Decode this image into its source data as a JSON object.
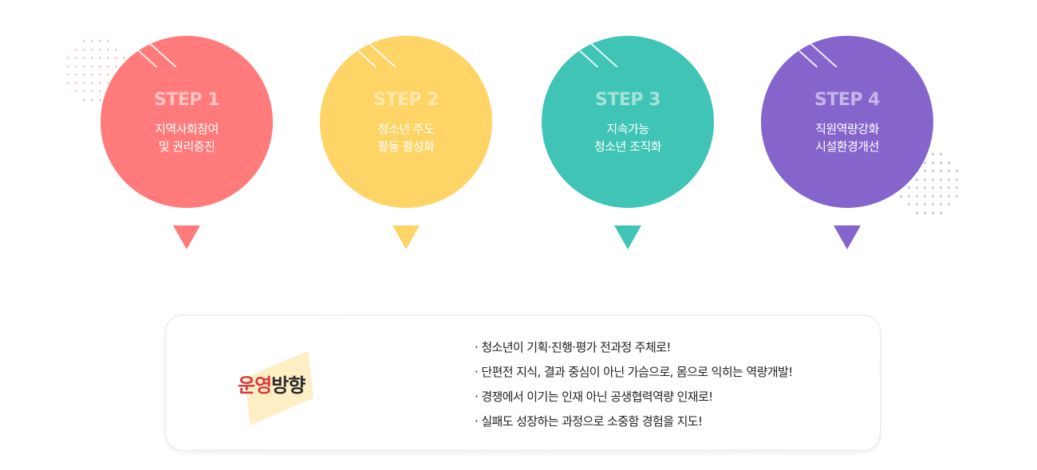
{
  "steps": [
    {
      "label": "STEP 1",
      "line1": "지역사회참여",
      "line2": "및 권리증진",
      "color": "#ff7b7b",
      "label_color": "#ffc3c3"
    },
    {
      "label": "STEP 2",
      "line1": "청소년 주도",
      "line2": "활동 활성화",
      "color": "#fed466",
      "label_color": "#fee8ad"
    },
    {
      "label": "STEP 3",
      "line1": "지속가능",
      "line2": "청소년 조직화",
      "color": "#3fc4b5",
      "label_color": "#a3e3db"
    },
    {
      "label": "STEP 4",
      "line1": "직원역량강화",
      "line2": "시설환경개선",
      "color": "#8565cc",
      "label_color": "#c5b6e8"
    }
  ],
  "direction": {
    "title_highlight": "운영",
    "title_rest": "방향",
    "items": [
      "· 청소년이 기획·진행·평가 전과정 주체로!",
      "· 단편전 지식, 결과 중심이 아닌 가슴으로, 몸으로 익히는 역량개발!",
      "· 경쟁에서 이기는 인재 아닌 공생협력역량 인재로!",
      "· 실패도 성장하는 과정으로 소중함 경험을 지도!"
    ]
  }
}
